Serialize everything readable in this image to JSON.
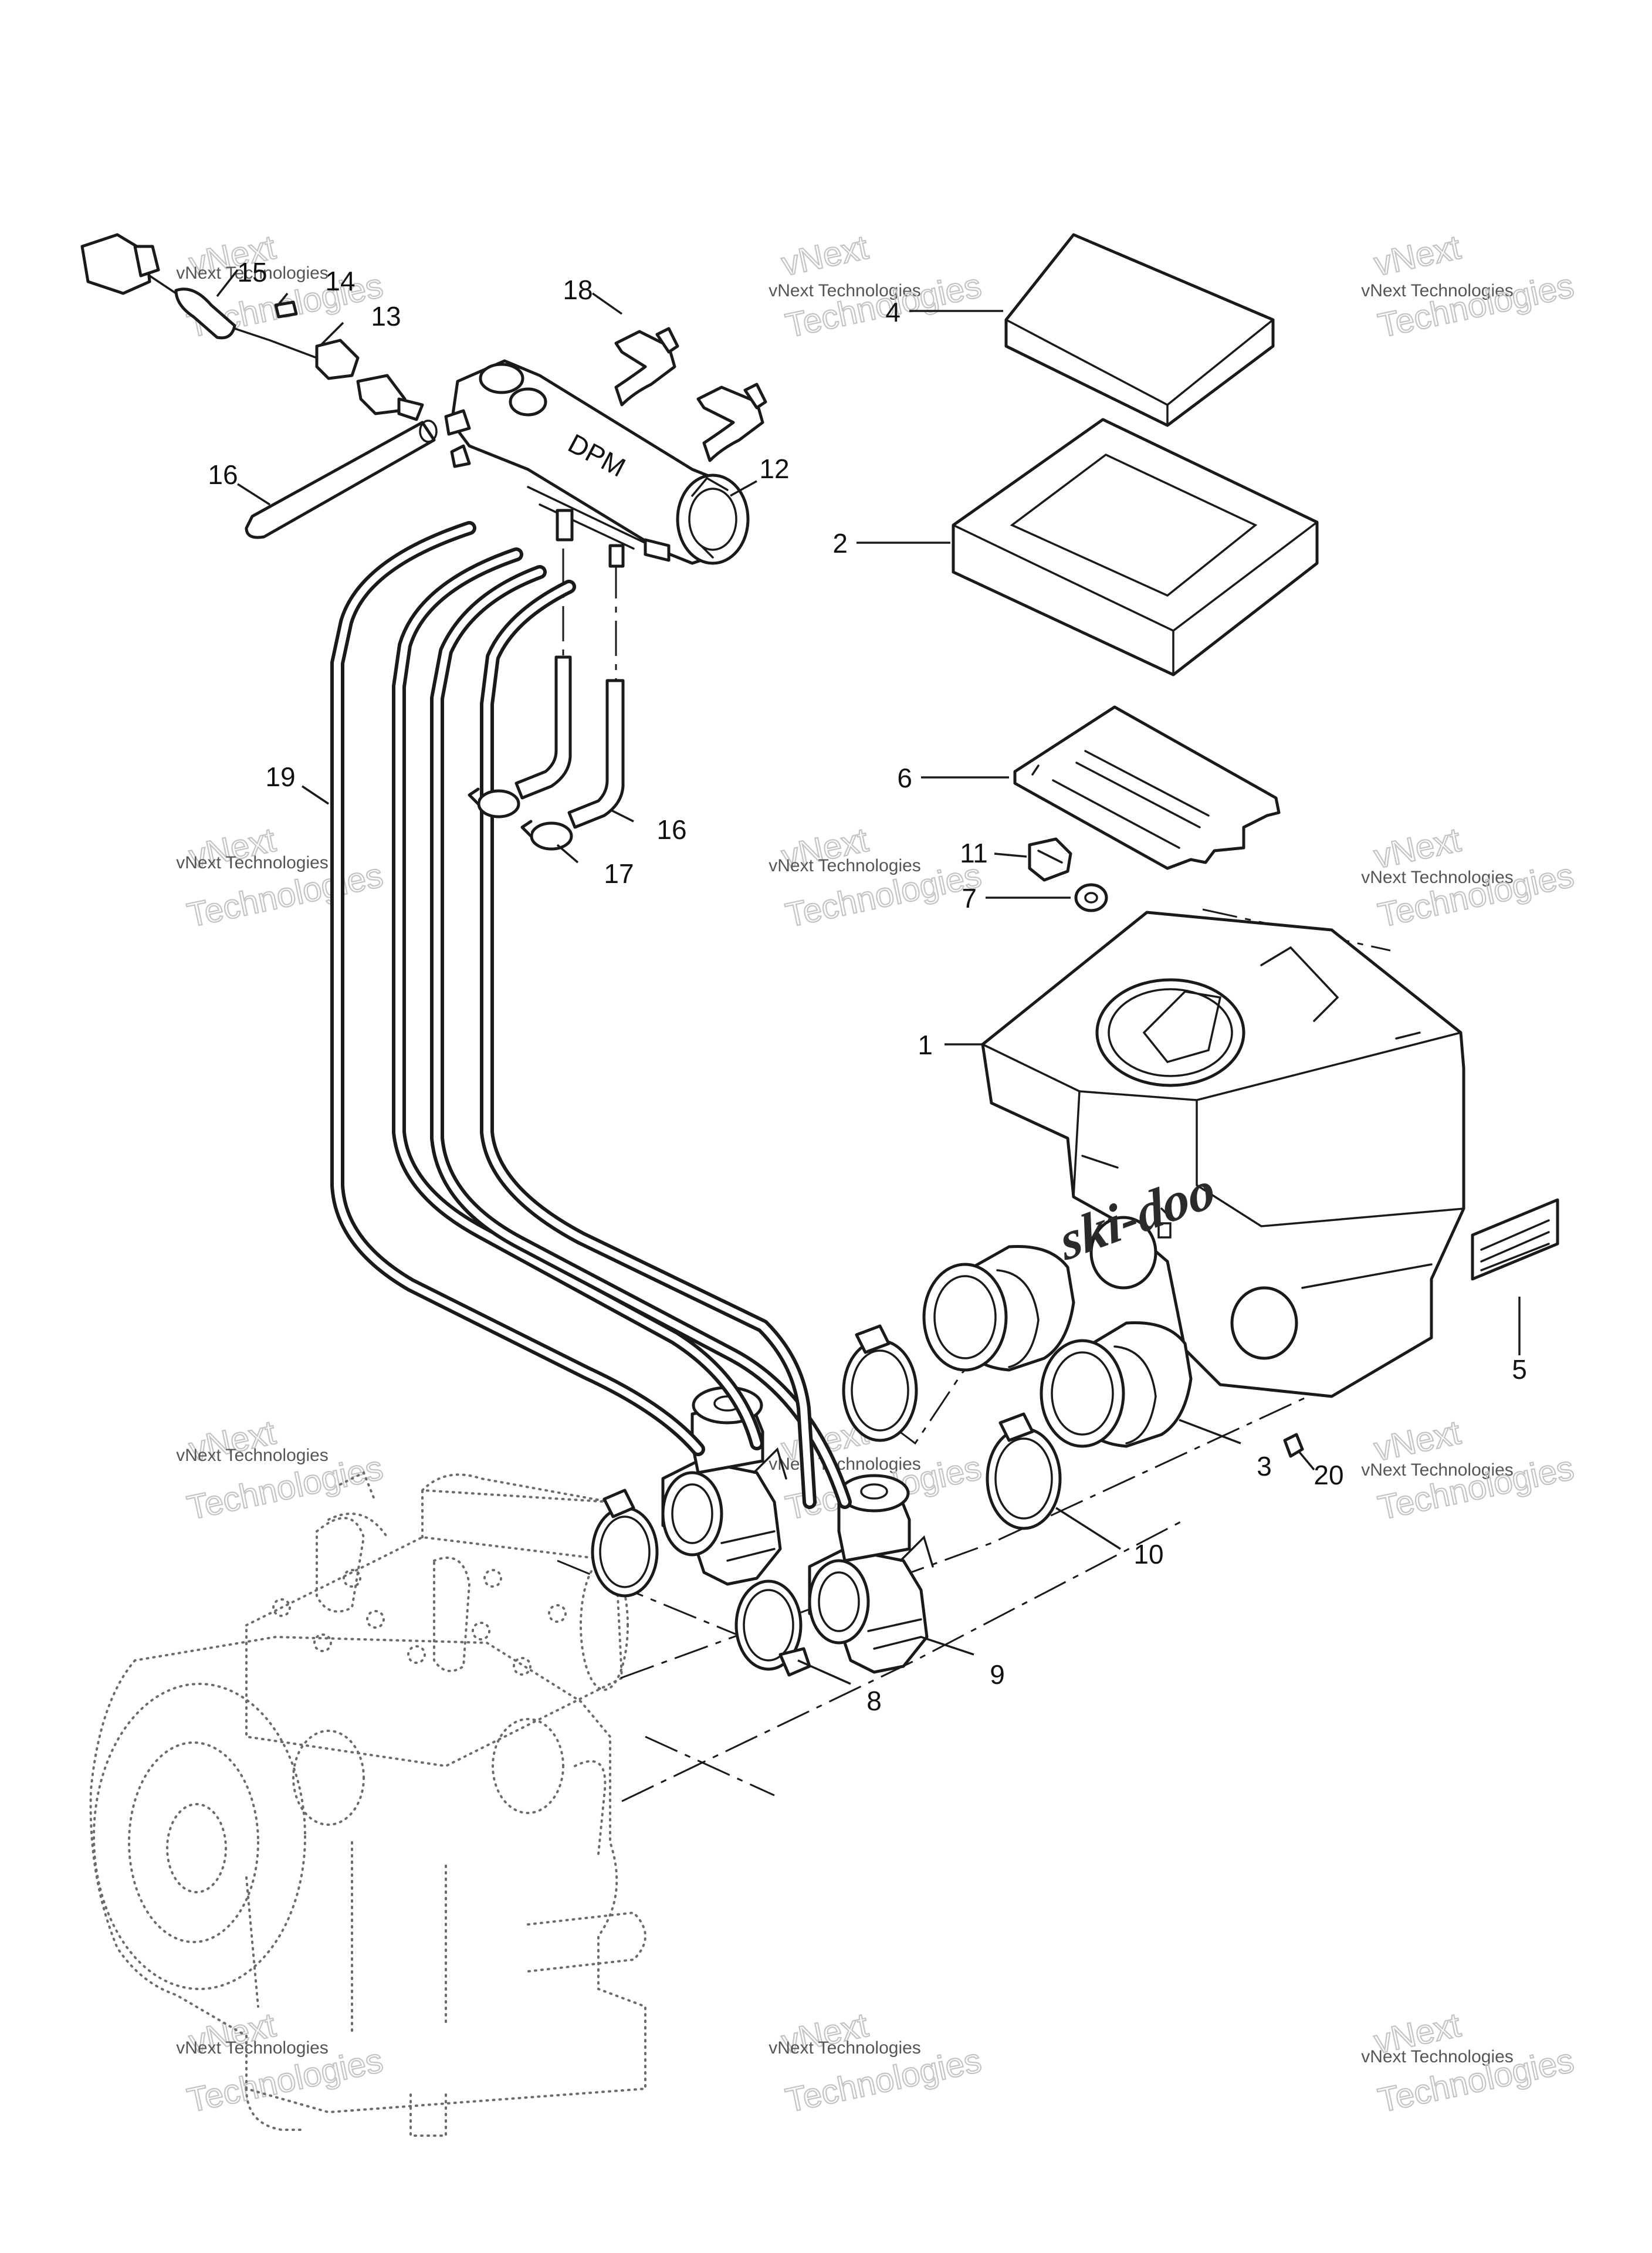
{
  "watermark": {
    "line1": "vNext",
    "line2": "vNext Technologies",
    "line3": "Technologies"
  },
  "logo": {
    "text": "ski-doo"
  },
  "callouts": {
    "c1": "1",
    "c2": "2",
    "c3": "3",
    "c4": "4",
    "c5": "5",
    "c6": "6",
    "c7": "7",
    "c8": "8",
    "c9": "9",
    "c10": "10",
    "c11": "11",
    "c12": "12",
    "c13": "13",
    "c14": "14",
    "c15": "15",
    "c16a": "16",
    "c16b": "16",
    "c17": "17",
    "c18": "18",
    "c19": "19",
    "c20": "20"
  },
  "manifold_label": "DPM"
}
